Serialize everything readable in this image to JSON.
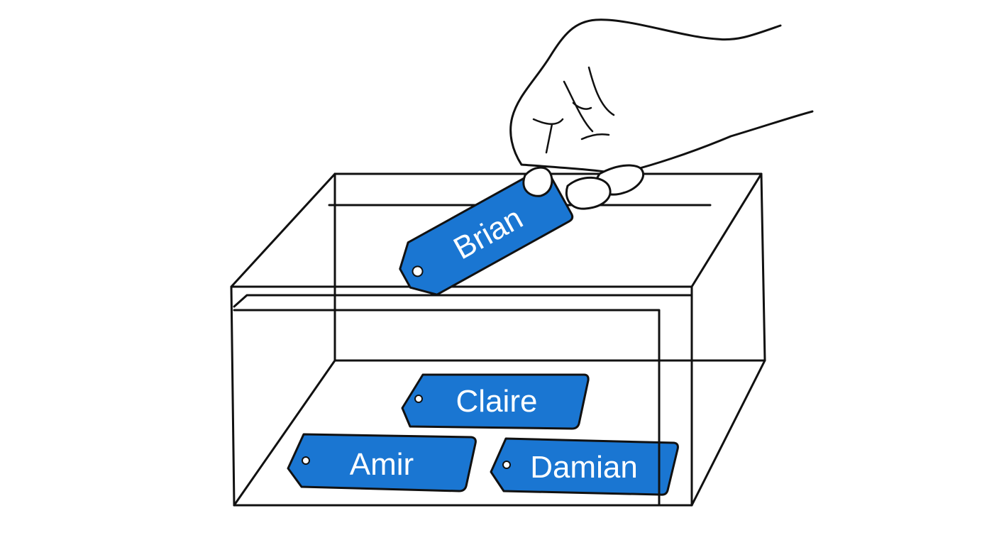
{
  "colors": {
    "tag_fill": "#1a76d2",
    "outline": "#111111",
    "background": "#ffffff"
  },
  "tags": {
    "brian": "Brian",
    "claire": "Claire",
    "amir": "Amir",
    "damian": "Damian"
  }
}
